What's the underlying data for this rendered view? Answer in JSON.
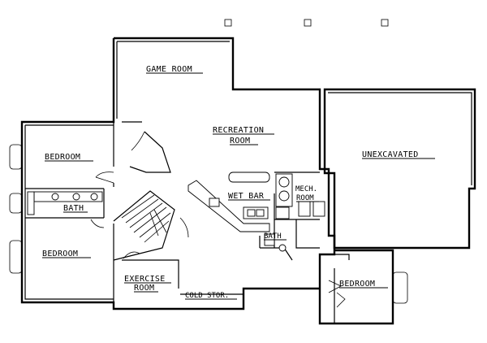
{
  "rooms": {
    "game_room": "GAME ROOM",
    "recreation": "RECREATION",
    "recreation_2": "ROOM",
    "unexcavated": "UNEXCAVATED",
    "bedroom_1": "BEDROOM",
    "bath_1": "BATH",
    "bedroom_2": "BEDROOM",
    "wet_bar": "WET BAR",
    "mech_1": "MECH.",
    "mech_2": "ROOM",
    "bath_2": "BATH",
    "exercise_1": "EXERCISE",
    "exercise_2": "ROOM",
    "cold_storage": "COLD STOR.",
    "bedroom_3": "BEDROOM"
  },
  "colors": {
    "line": "#000000",
    "background": "#ffffff"
  }
}
